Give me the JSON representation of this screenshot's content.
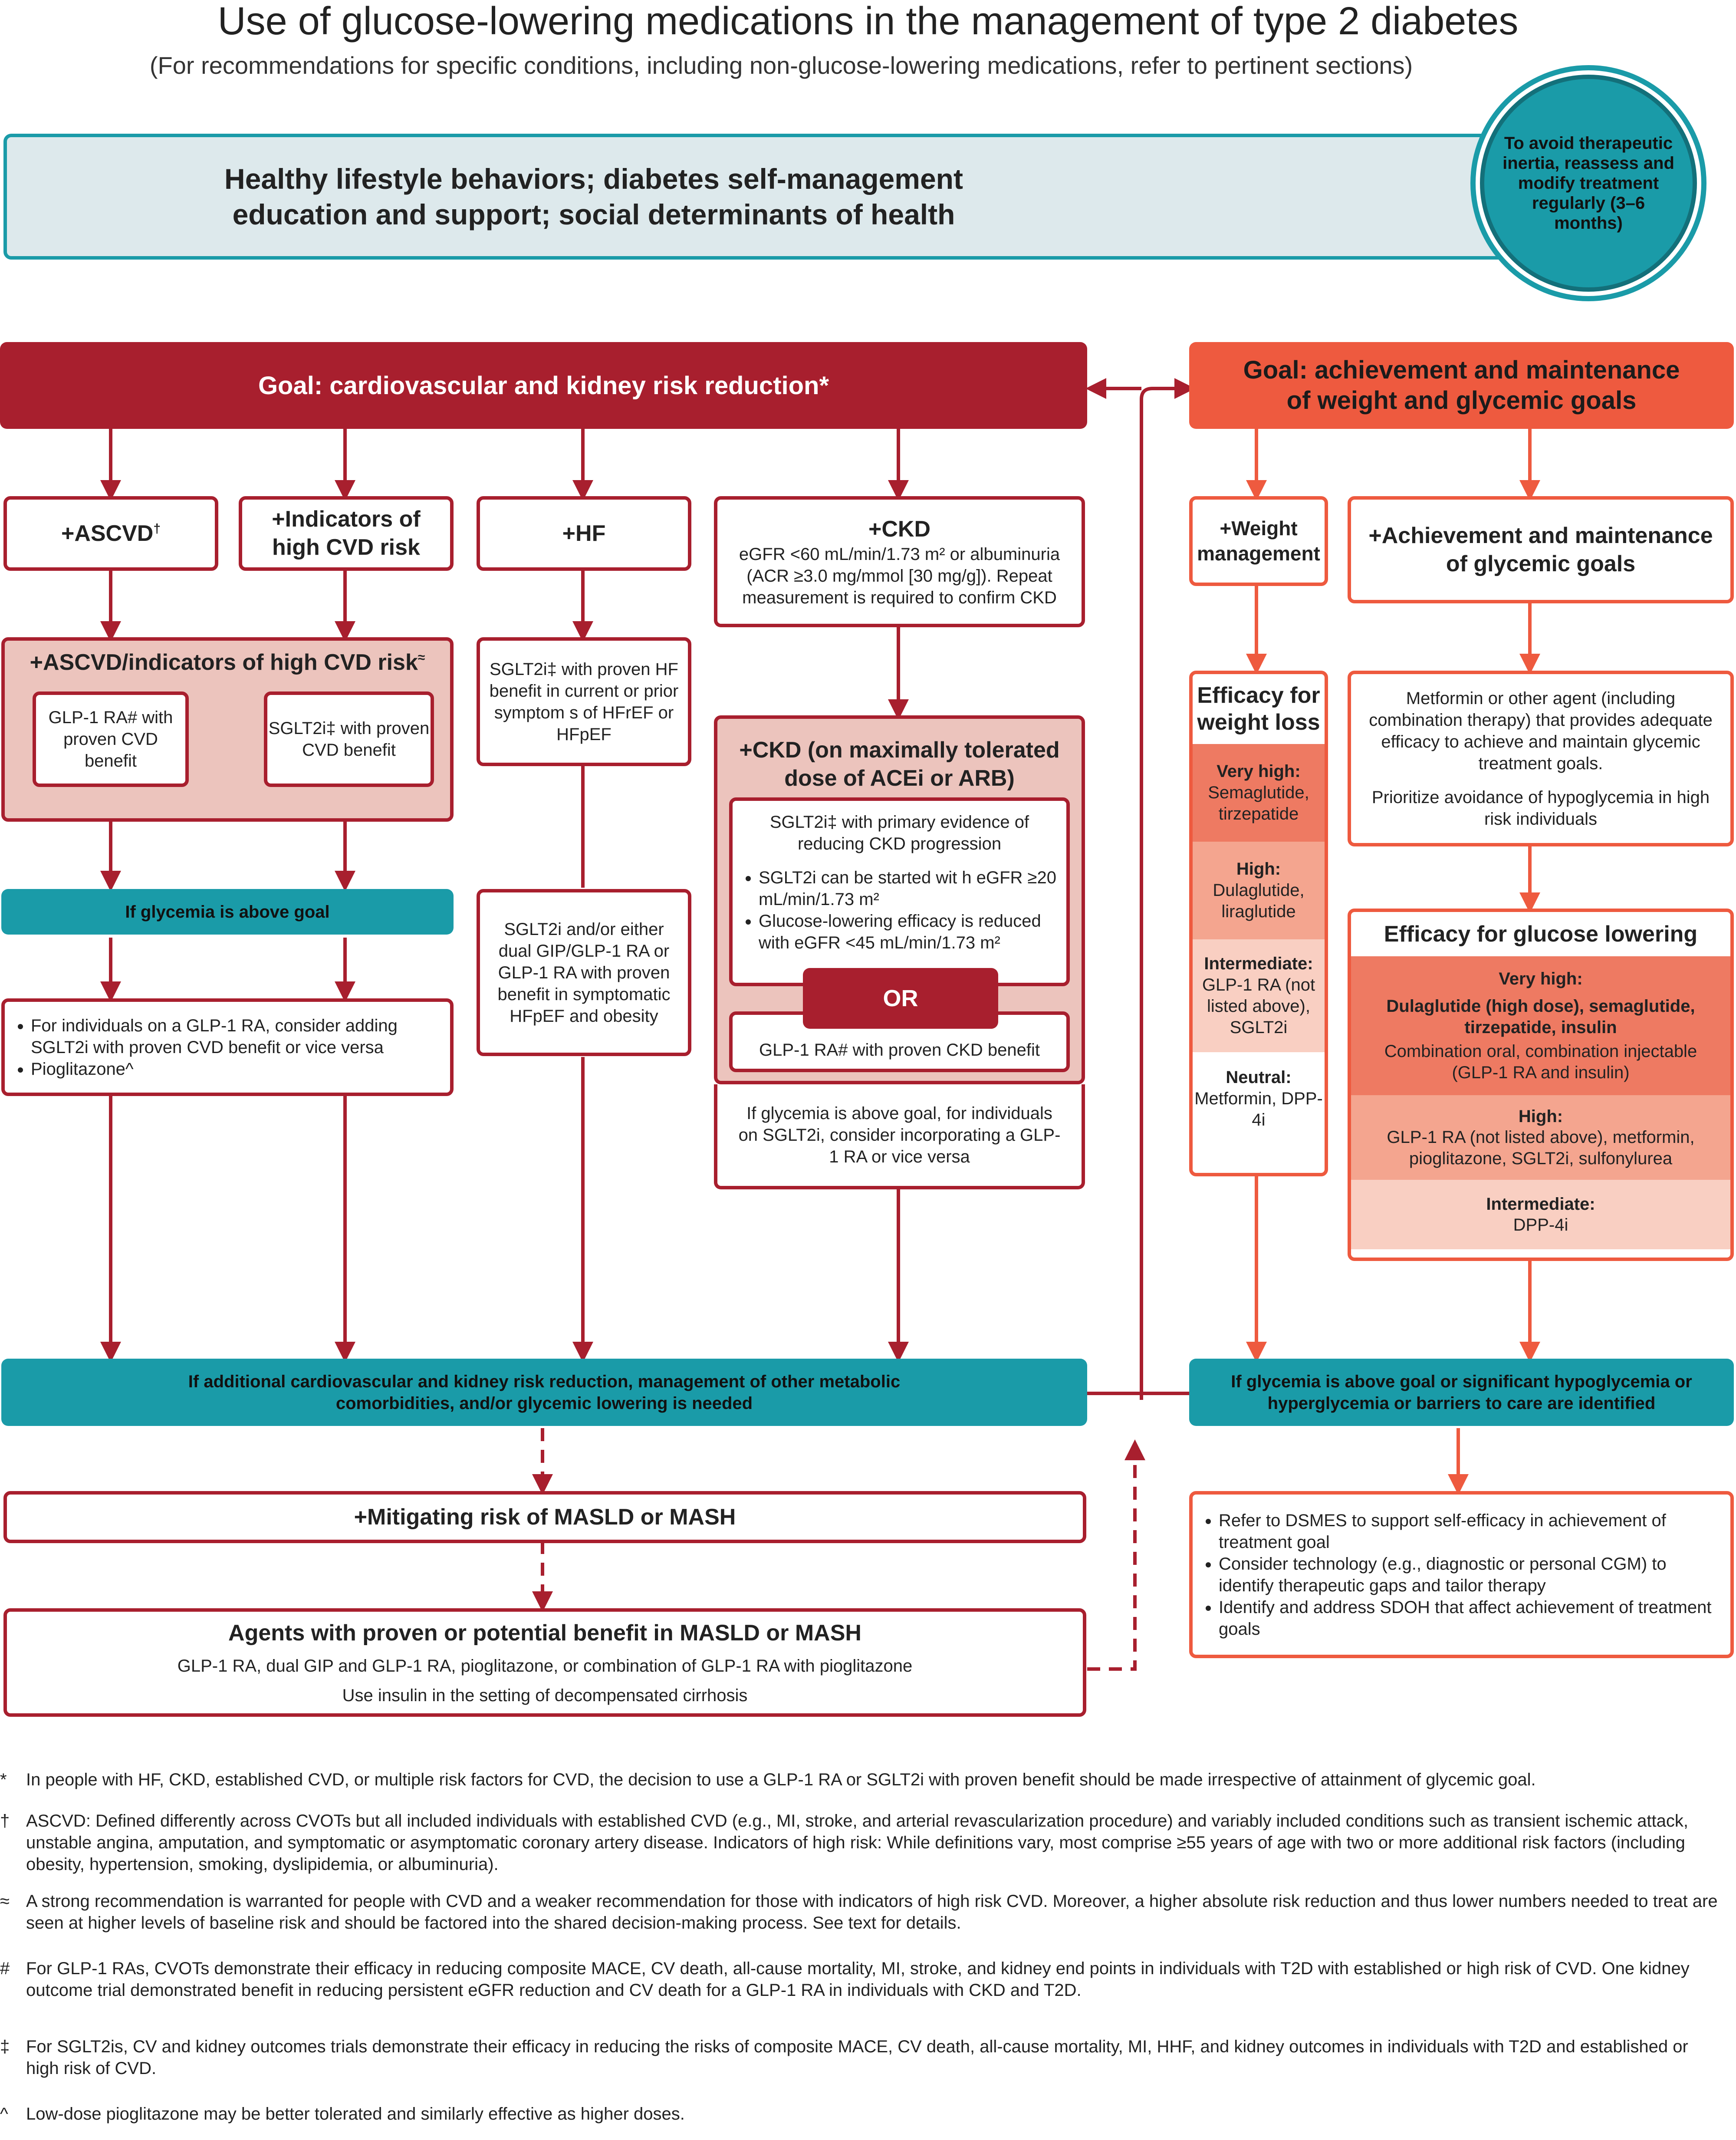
{
  "header": {
    "title": "Use of glucose-lowering medications in the management of type 2 diabetes",
    "subtitle": "(For recommendations for specific conditions, including non-glucose-lowering medications, refer to pertinent sections)"
  },
  "lifestyle": {
    "line1": "Healthy lifestyle behaviors; diabetes self-management",
    "line2": "education and support; social determinants of health"
  },
  "reassess_circle": "To avoid therapeutic inertia, reassess and modify treatment regularly (3–6 months)",
  "left_goal": "Goal: cardiovascular and kidney risk reduction*",
  "right_goal": {
    "line1": "Goal: achievement and maintenance",
    "line2": "of weight and glycemic goals"
  },
  "ascvd": {
    "label": "+ASCVD",
    "sup": "†"
  },
  "high_cvd": {
    "line1": "+Indicators of",
    "line2": "high CVD risk"
  },
  "hf": {
    "label": "+HF"
  },
  "ckd": {
    "label": "+CKD",
    "text": "eGFR <60 mL/min/1.73 m² or albuminuria (ACR ≥3.0 mg/mmol [30 mg/g]). Repeat measurement is required to confirm CKD"
  },
  "ascvd_combined": {
    "title": "+ASCVD/indicators of high CVD risk",
    "sup": "≈",
    "glp1": "GLP-1 RA# with proven CVD benefit",
    "sglt2": "SGLT2i‡ with proven CVD benefit"
  },
  "hf_sglt2": "SGLT2i‡ with proven HF benefit in current or prior symptom s of HFrEF or HFpEF",
  "hf_second": "SGLT2i and/or either dual GIP/GLP-1 RA or GLP-1 RA with proven benefit in symptomatic HFpEF and obesity",
  "glycemia_above_goal": "If glycemia is above goal",
  "ascvd_followup": [
    "For individuals on a GLP-1 RA, consider adding SGLT2i with proven CVD benefit or vice versa",
    "Pioglitazone^"
  ],
  "ckd_max": {
    "title": "+CKD (on maximally tolerated dose of ACEi or ARB)",
    "sglt2_title": "SGLT2i‡ with primary evidence of reducing CKD progression",
    "bullets": [
      "SGLT2i can be started wit h eGFR ≥20 mL/min/1.73 m²",
      "Glucose-lowering efficacy is reduced with eGFR <45 mL/min/1.73 m²"
    ],
    "or": "OR",
    "glp1": "GLP-1 RA# with proven CKD benefit",
    "followup": "If glycemia is above goal, for individuals on SGLT2i, consider incorporating a GLP-1 RA or vice versa"
  },
  "weight_mgmt": "+Weight management",
  "glycemic_goals": "+Achievement and maintenance of glycemic goals",
  "weight_efficacy": {
    "title": "Efficacy for weight loss",
    "levels": [
      {
        "label": "Very high:",
        "drugs": "Semaglutide, tirzepatide",
        "color": "#ee7a62"
      },
      {
        "label": "High:",
        "drugs": "Dulaglutide, liraglutide",
        "color": "#f4a58f"
      },
      {
        "label": "Intermediate:",
        "drugs": "GLP-1 RA (not listed above), SGLT2i",
        "color": "#f9cfc2"
      },
      {
        "label": "Neutral:",
        "drugs": "Metformin, DPP-4i",
        "color": "#ffffff"
      }
    ]
  },
  "metformin_box": {
    "line1": "Metformin or other agent (including combination therapy) that provides adequate efficacy to achieve and maintain glycemic treatment goals.",
    "line2": "Prioritize avoidance of hypoglycemia in high risk individuals"
  },
  "glucose_efficacy": {
    "title": "Efficacy for glucose lowering",
    "levels": [
      {
        "label": "Very high:",
        "drugs": "Dulaglutide (high dose), semaglutide, tirzepatide, insulin",
        "extra": "Combination oral, combination injectable (GLP-1 RA  and insulin)",
        "color": "#ee7a62"
      },
      {
        "label": "High:",
        "drugs": "GLP-1 RA (not listed above), metformin, pioglitazone, SGLT2i, sulfonylurea",
        "extra": "",
        "color": "#f4a58f"
      },
      {
        "label": "Intermediate:",
        "drugs": "DPP-4i",
        "extra": "",
        "color": "#f9cfc2"
      }
    ]
  },
  "left_bottom_teal": "If additional cardiovascular and kidney risk reduction, management of other metabolic comorbidities, and/or glycemic lowering is needed",
  "right_bottom_teal": "If glycemia is above goal or significant hypoglycemia or hyperglycemia or barriers to care are identified",
  "masld": "+Mitigating risk of MASLD or MASH",
  "agents": {
    "title": "Agents with proven or potential benefit in MASLD or MASH",
    "line1": "GLP-1 RA, dual GIP and GLP-1 RA, pioglitazone, or combination of GLP-1 RA with pioglitazone",
    "line2": "Use insulin in the setting of decompensated cirrhosis"
  },
  "dsmes": [
    "Refer to DSMES to support self-efficacy in achievement of treatment goal",
    "Consider technology (e.g., diagnostic or personal CGM) to identify therapeutic gaps and tailor therapy",
    "Identify and address SDOH that affect achievement of treatment goals"
  ],
  "footnotes": [
    {
      "sym": "*",
      "text": "In people with HF, CKD, established CVD, or multiple risk factors for CVD, the decision to use a GLP-1 RA or SGLT2i with proven benefit should be made irrespective of attainment of glycemic goal."
    },
    {
      "sym": "†",
      "text": "ASCVD: Defined differently across CVOTs but all included individuals with established CVD (e.g., MI, stroke, and arterial revascularization procedure) and variably included conditions such as transient ischemic attack, unstable angina, amputation, and symptomatic or asymptomatic coronary artery disease. Indicators of high risk: While definitions vary, most comprise ≥55 years of age with two or more additional risk factors (including obesity, hypertension, smoking, dyslipidemia, or albuminuria)."
    },
    {
      "sym": "≈",
      "text": "A strong recommendation is warranted for people with CVD and a weaker recommendation for those with indicators of high risk CVD. Moreover, a higher absolute risk reduction and thus lower numbers needed to treat are seen at higher levels of baseline risk and should be factored into the shared decision-making process. See text for details."
    },
    {
      "sym": "#",
      "text": "For GLP-1 RAs, CVOTs demonstrate their efficacy in reducing composite MACE, CV death, all-cause mortality, MI, stroke, and kidney end points in individuals with T2D with established or high risk of CVD. One kidney outcome trial demonstrated benefit in reducing persistent eGFR reduction and CV death for a GLP-1 RA in individuals with CKD and T2D."
    },
    {
      "sym": "‡",
      "text": "For SGLT2is, CV and kidney outcomes trials demonstrate their efficacy in reducing the risks of composite MACE, CV death, all-cause mortality, MI, HHF, and kidney outcomes in individuals with T2D and established or high risk of CVD."
    },
    {
      "sym": "^",
      "text": "Low-dose pioglitazone may be better tolerated and similarly effective as higher doses."
    }
  ],
  "colors": {
    "red": "#a81f2e",
    "orange": "#ee5a3f",
    "teal": "#1a9ba8",
    "light_teal": "#dde9ec",
    "pink": "#ecc4bd"
  }
}
